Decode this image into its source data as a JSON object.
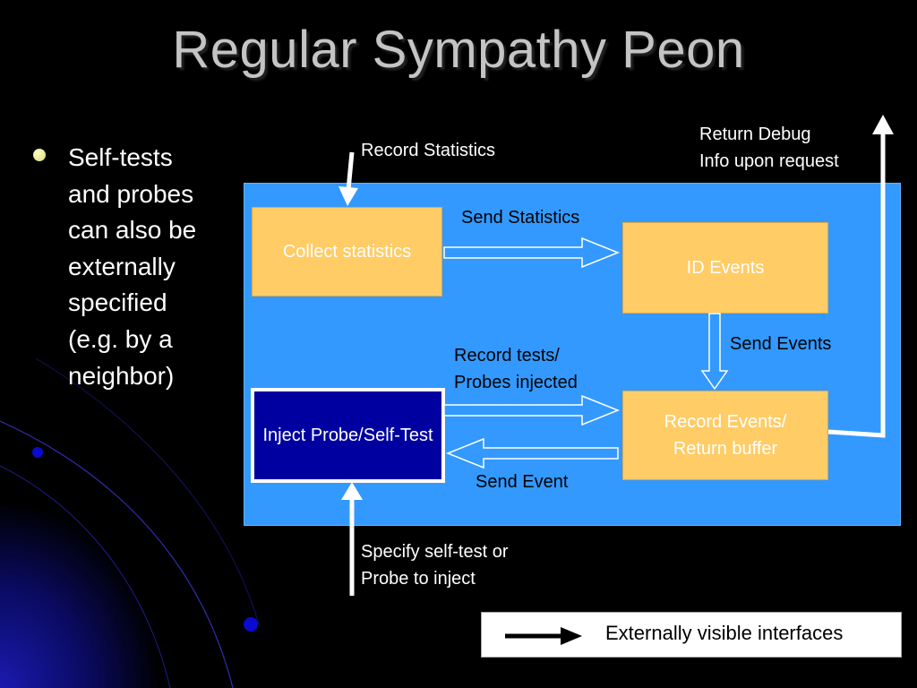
{
  "slide": {
    "title": "Regular Sympathy Peon",
    "bullet": "Self-tests and probes can also be externally specified (e.g. by a neighbor)"
  },
  "diagram": {
    "boxes": {
      "collect": "Collect statistics",
      "id_events": "ID Events",
      "inject": "Inject Probe/Self-Test",
      "record_events": "Record Events/ Return buffer"
    },
    "labels": {
      "record_statistics": "Record Statistics",
      "return_debug_line1": "Return Debug",
      "return_debug_line2": "Info upon request",
      "send_statistics": "Send Statistics",
      "send_events": "Send Events",
      "record_tests_line1": "Record tests/",
      "record_tests_line2": "Probes injected",
      "send_event": "Send Event",
      "specify_line1": "Specify self-test or",
      "specify_line2": "Probe to inject"
    }
  },
  "legend": {
    "text": "Externally visible interfaces"
  },
  "colors": {
    "panel": "#3399ff",
    "box_tan": "#ffcc66",
    "box_navy": "#0000a0",
    "background": "#000000"
  }
}
